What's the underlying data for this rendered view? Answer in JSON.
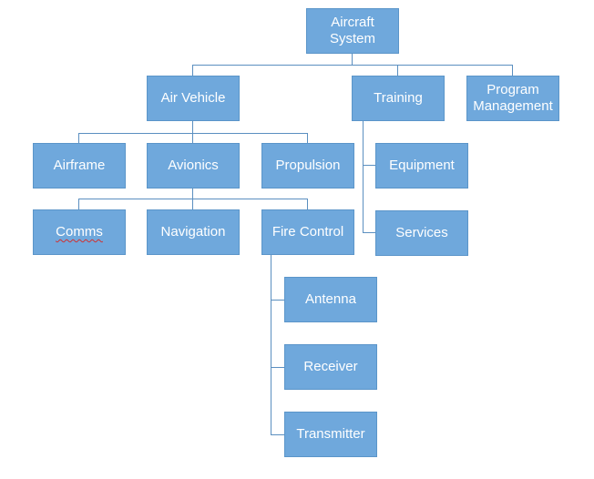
{
  "colors": {
    "box_fill": "#6fa8dc",
    "box_text": "#ffffff",
    "connector": "#5b8fc0"
  },
  "nodes": {
    "aircraft_system": "Aircraft\nSystem",
    "air_vehicle": "Air Vehicle",
    "training": "Training",
    "program_management": "Program\nManagement",
    "airframe": "Airframe",
    "avionics": "Avionics",
    "propulsion": "Propulsion",
    "equipment": "Equipment",
    "services": "Services",
    "comms": "Comms",
    "navigation": "Navigation",
    "fire_control": "Fire Control",
    "antenna": "Antenna",
    "receiver": "Receiver",
    "transmitter": "Transmitter"
  }
}
